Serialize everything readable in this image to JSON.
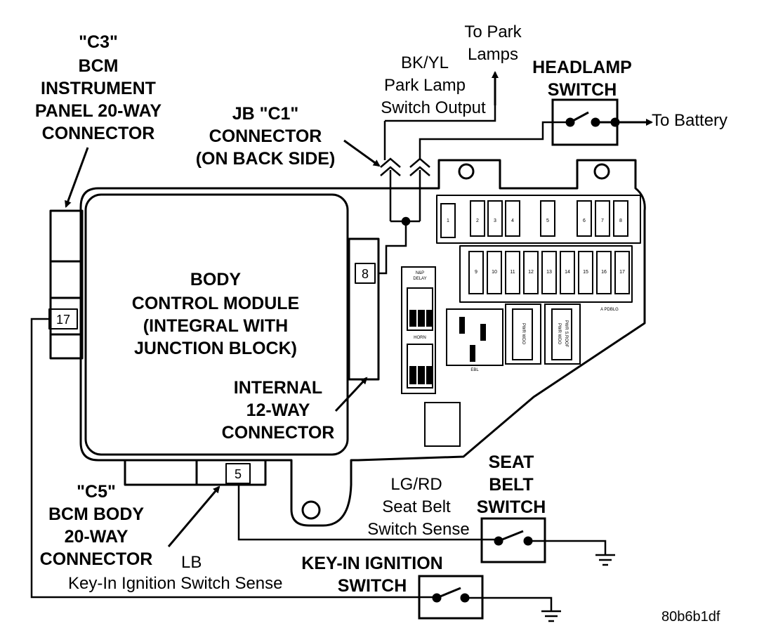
{
  "labels": {
    "c3": [
      "\"C3\"",
      "BCM",
      "INSTRUMENT",
      "PANEL 20-WAY",
      "CONNECTOR"
    ],
    "jb_c1": [
      "JB \"C1\"",
      "CONNECTOR",
      "(ON BACK SIDE)"
    ],
    "park_wire": [
      "BK/YL",
      "Park Lamp",
      "Switch Output"
    ],
    "to_park": [
      "To Park",
      "Lamps"
    ],
    "headlamp_switch": [
      "HEADLAMP",
      "SWITCH"
    ],
    "to_battery": "To Battery",
    "body_control_module": [
      "BODY",
      "CONTROL MODULE",
      "(INTEGRAL WITH",
      "JUNCTION BLOCK)"
    ],
    "internal_connector": [
      "INTERNAL",
      "12-WAY",
      "CONNECTOR"
    ],
    "c5": [
      "\"C5\"",
      "BCM BODY",
      "20-WAY",
      "CONNECTOR"
    ],
    "seat_wire": [
      "LG/RD",
      "Seat Belt",
      "Switch Sense"
    ],
    "seat_belt_switch": [
      "SEAT",
      "BELT",
      "SWITCH"
    ],
    "lb": "LB",
    "key_in_wire": "Key-In Ignition Switch Sense",
    "key_in_switch": [
      "KEY-IN IGNITION",
      "SWITCH"
    ],
    "figure_id": "80b6b1df"
  },
  "pins": {
    "c3": "17",
    "internal": "8",
    "c5": "5"
  },
  "fuses": {
    "top_row": [
      "1",
      "2",
      "3",
      "4",
      "5",
      "6",
      "7",
      "8"
    ],
    "bottom_row": [
      "9",
      "10",
      "11",
      "12",
      "13",
      "14",
      "15",
      "16",
      "17"
    ]
  },
  "relays": {
    "nsp_delay": [
      "N&P",
      "DELAY"
    ],
    "horn": "HORN",
    "ebl": "EBL",
    "pwr_wdo": "PWR WDO",
    "pwr_wdo_roof": [
      "PWR WDO",
      "PWR S.ROOF"
    ],
    "spare": "A PDBLG"
  }
}
